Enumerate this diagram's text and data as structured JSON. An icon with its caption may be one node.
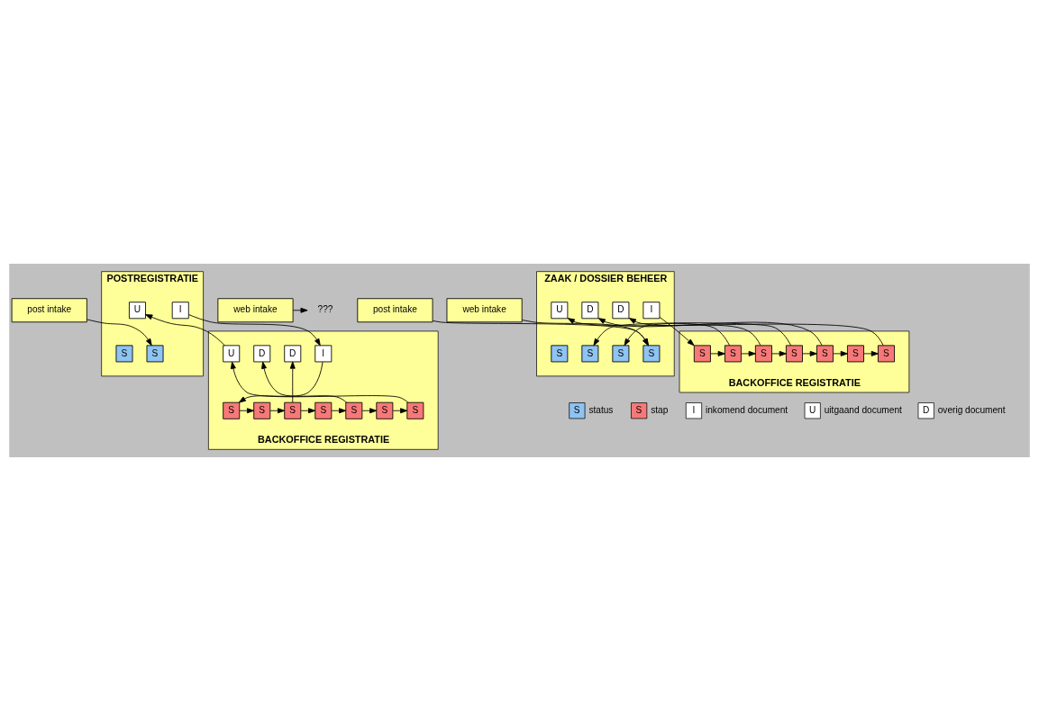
{
  "diagram": {
    "nodes": [
      {
        "text": [
          "post intake"
        ]
      },
      {
        "text": [
          "web intake"
        ]
      },
      {
        "text": [
          "???"
        ]
      },
      {
        "text": [
          "post intake"
        ]
      },
      {
        "text": [
          "web intake"
        ]
      },
      {
        "text": [
          "POSTREGISTRATIE"
        ]
      },
      {
        "text": [
          "S"
        ],
        "in": 5
      },
      {
        "text": [
          "I"
        ],
        "in": 5
      },
      {
        "text": [
          "S"
        ],
        "in": 5
      },
      {
        "text": [
          "U"
        ],
        "in": 5
      },
      {
        "text": [
          "BACKOFFICE REGISTRATIE"
        ]
      },
      {
        "text": [
          "I"
        ],
        "in": 10
      },
      {
        "text": [
          "D"
        ],
        "in": 10
      },
      {
        "text": [
          "D"
        ],
        "in": 10
      },
      {
        "text": [
          "U"
        ],
        "in": 10
      },
      {
        "text": [
          "S"
        ],
        "in": 10
      },
      {
        "text": [
          "S"
        ],
        "in": 10
      },
      {
        "text": [
          "S"
        ],
        "in": 10
      },
      {
        "text": [
          "S"
        ],
        "in": 10
      },
      {
        "text": [
          "S"
        ],
        "in": 10
      },
      {
        "text": [
          "S"
        ],
        "in": 10
      },
      {
        "text": [
          "S"
        ],
        "in": 10
      },
      {
        "text": [
          "ZAAK / DOSSIER BEHEER"
        ]
      },
      {
        "text": [
          "S"
        ],
        "in": 22
      },
      {
        "text": [
          "I"
        ],
        "in": 22
      },
      {
        "text": [
          "S"
        ],
        "in": 22
      },
      {
        "text": [
          "D"
        ],
        "in": 22
      },
      {
        "text": [
          "S"
        ],
        "in": 22
      },
      {
        "text": [
          "D"
        ],
        "in": 22
      },
      {
        "text": [
          "S"
        ],
        "in": 22
      },
      {
        "text": [
          "U"
        ],
        "in": 22
      },
      {
        "text": [
          "BACKOFFICE REGISTRATIE"
        ]
      },
      {
        "text": [
          "S"
        ],
        "in": 31
      },
      {
        "text": [
          "S"
        ],
        "in": 31
      },
      {
        "text": [
          "S"
        ],
        "in": 31
      },
      {
        "text": [
          "S"
        ],
        "in": 31
      },
      {
        "text": [
          "S"
        ],
        "in": 31
      },
      {
        "text": [
          "S"
        ],
        "in": 31
      },
      {
        "text": [
          "S"
        ],
        "in": 31
      }
    ],
    "edges": [
      {
        "from": 0,
        "to": 6,
        "arrow": "to"
      },
      {
        "from": 1,
        "to": 2,
        "arrow": "to"
      },
      {
        "from": 7,
        "to": 11,
        "arrow": "to"
      },
      {
        "from": 11,
        "to": 15,
        "arrow": "to"
      },
      {
        "from": 15,
        "to": 16,
        "arrow": "to"
      },
      {
        "from": 16,
        "to": 17,
        "arrow": "to"
      },
      {
        "from": 17,
        "to": 18,
        "arrow": "to"
      },
      {
        "from": 18,
        "to": 19,
        "arrow": "to"
      },
      {
        "from": 19,
        "to": 20,
        "arrow": "to"
      },
      {
        "from": 20,
        "to": 21,
        "arrow": "to"
      },
      {
        "from": 17,
        "to": 12,
        "arrow": "to"
      },
      {
        "from": 19,
        "to": 13,
        "arrow": "to"
      },
      {
        "from": 21,
        "to": 14,
        "arrow": "to"
      },
      {
        "from": 14,
        "to": 9,
        "arrow": "to"
      },
      {
        "from": 3,
        "to": 23,
        "arrow": "to"
      },
      {
        "from": 4,
        "to": 23,
        "arrow": "to"
      },
      {
        "from": 24,
        "to": 32,
        "arrow": "to"
      },
      {
        "from": 32,
        "to": 33,
        "arrow": "to"
      },
      {
        "from": 33,
        "to": 34,
        "arrow": "to"
      },
      {
        "from": 34,
        "to": 35,
        "arrow": "to"
      },
      {
        "from": 35,
        "to": 36,
        "arrow": "to"
      },
      {
        "from": 36,
        "to": 37,
        "arrow": "to"
      },
      {
        "from": 37,
        "to": 38,
        "arrow": "to"
      },
      {
        "from": 33,
        "to": 25,
        "arrow": "to"
      },
      {
        "from": 34,
        "to": 26,
        "arrow": "to"
      },
      {
        "from": 35,
        "to": 27,
        "arrow": "to"
      },
      {
        "from": 36,
        "to": 28,
        "arrow": "to"
      },
      {
        "from": 38,
        "to": 30,
        "arrow": "to"
      }
    ],
    "labels": [
      "S",
      "S",
      "I",
      "U",
      "D"
    ],
    "legend": [
      {
        "text": "status",
        "color": "#8ec3f2"
      },
      {
        "text": "stap",
        "color": "#f77878"
      },
      {
        "text": "inkomend document",
        "color": "#ffffff"
      },
      {
        "text": "uitgaand document",
        "color": "#ffffff"
      },
      {
        "text": "overig document",
        "color": "#ffffff"
      }
    ]
  }
}
